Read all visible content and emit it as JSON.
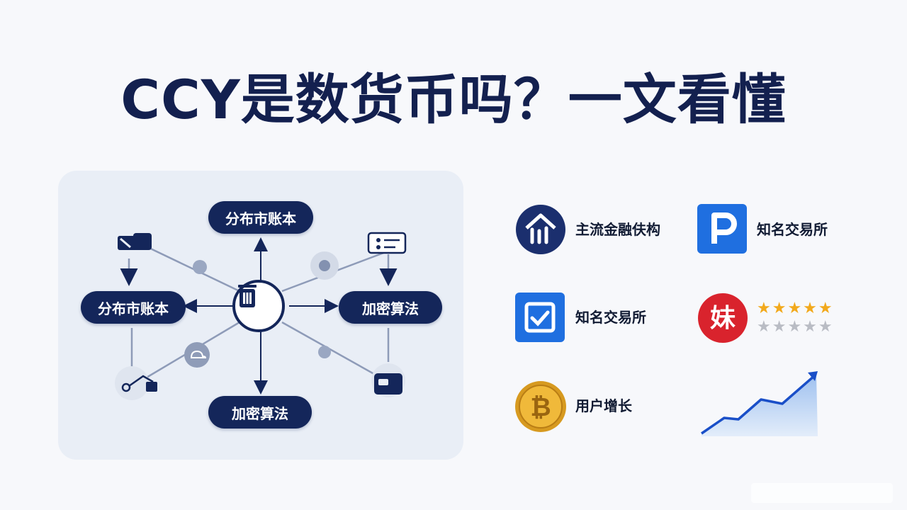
{
  "title": "CCY是数货币吗？一文看懂",
  "diagram": {
    "top_node": "分布市账本",
    "left_node": "分布市账本",
    "right_node": "加密算法",
    "bottom_node": "加密算法"
  },
  "features": [
    {
      "icon": "bank-building-icon",
      "label": "主流金融伕构"
    },
    {
      "icon": "parking-p-icon",
      "label": "知名交易所"
    },
    {
      "icon": "checkbox-icon",
      "label": "知名交易所"
    },
    {
      "icon": "mei-badge-icon",
      "badge_text": "妹",
      "rating_gold": 5,
      "rating_gray": 5
    },
    {
      "icon": "bitcoin-coin-icon",
      "label": "用户增长"
    },
    {
      "icon": "growth-chart-icon"
    }
  ],
  "colors": {
    "navy": "#14265a",
    "blue": "#1f6fe0",
    "red": "#d9232d",
    "gold": "#f2a91c"
  }
}
